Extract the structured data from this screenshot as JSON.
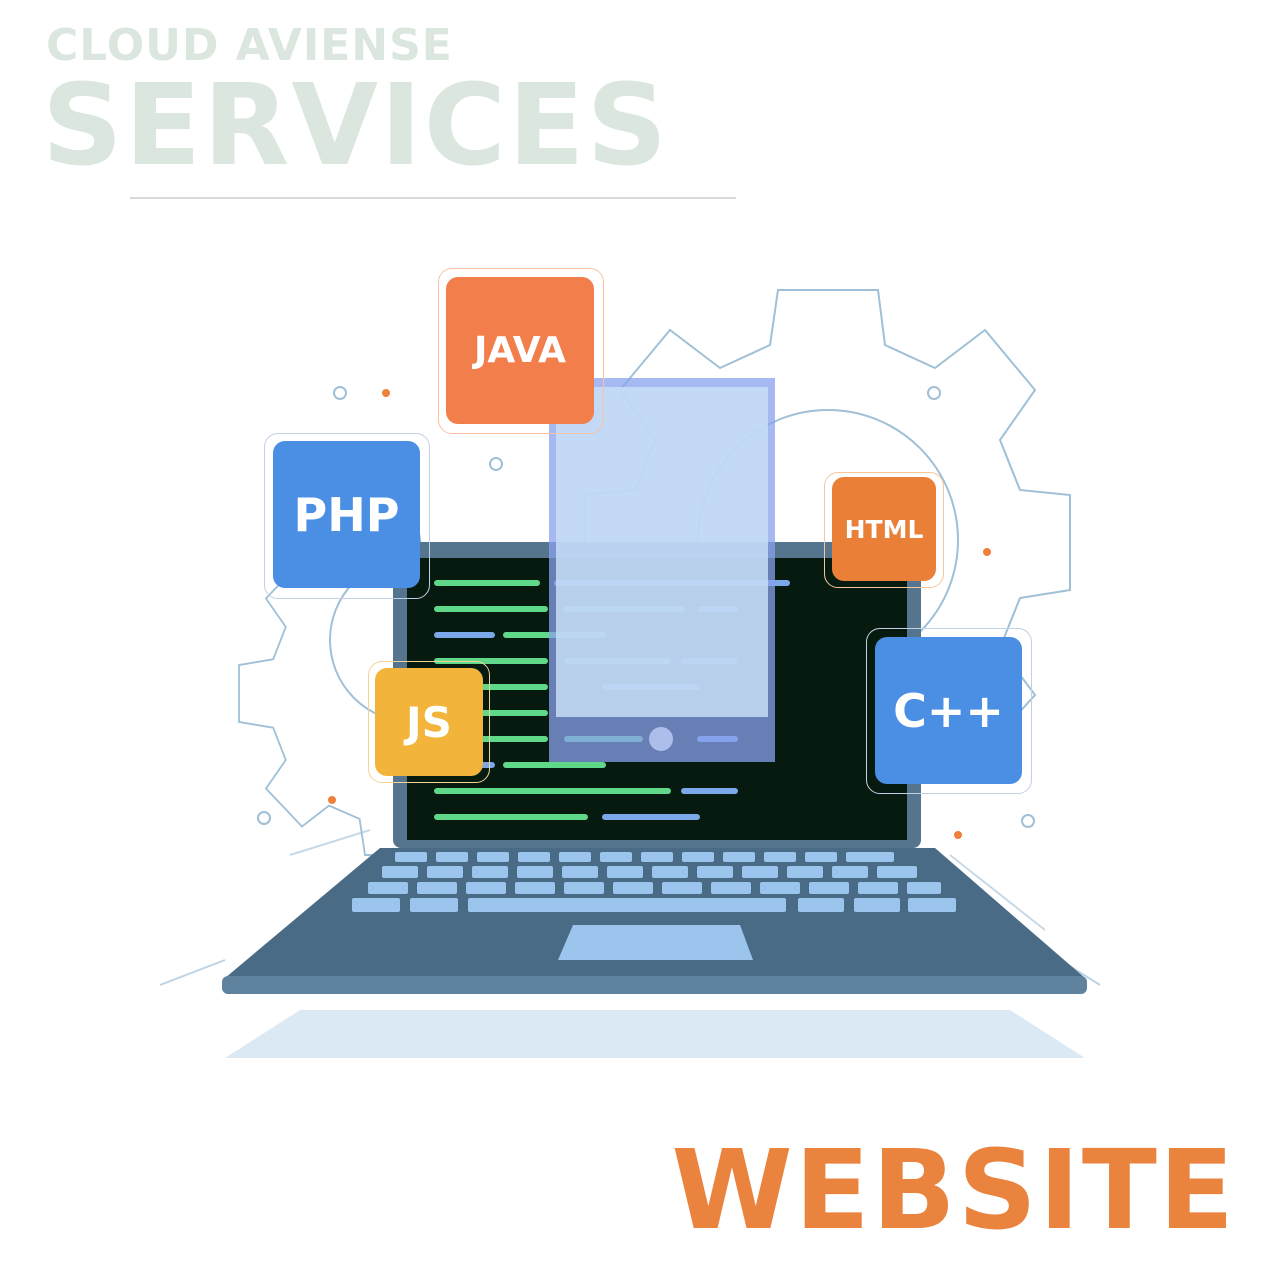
{
  "brand": {
    "top_line": "CLOUD AVIENSE",
    "main_line": "SERVICES"
  },
  "tiles": {
    "java": {
      "label": "JAVA",
      "color": "#f27f4b"
    },
    "php": {
      "label": "PHP",
      "color": "#4a8fe3"
    },
    "html": {
      "label": "HTML",
      "color": "#ea7f37"
    },
    "js": {
      "label": "JS",
      "color": "#f2b43a"
    },
    "cpp": {
      "label": "C++",
      "color": "#4a8fe3"
    }
  },
  "footer": {
    "title": "WEBSITE"
  },
  "colors": {
    "accent_orange": "#ea833e",
    "brand_watermark": "#dbe6df",
    "laptop_body": "#4a6b86",
    "screen_bg": "#061a10",
    "code_green": "#5fd88a",
    "code_blue": "#7aa8e8",
    "phone_overlay": "#9ab7f0",
    "gear_outline": "#9fc0d6"
  }
}
